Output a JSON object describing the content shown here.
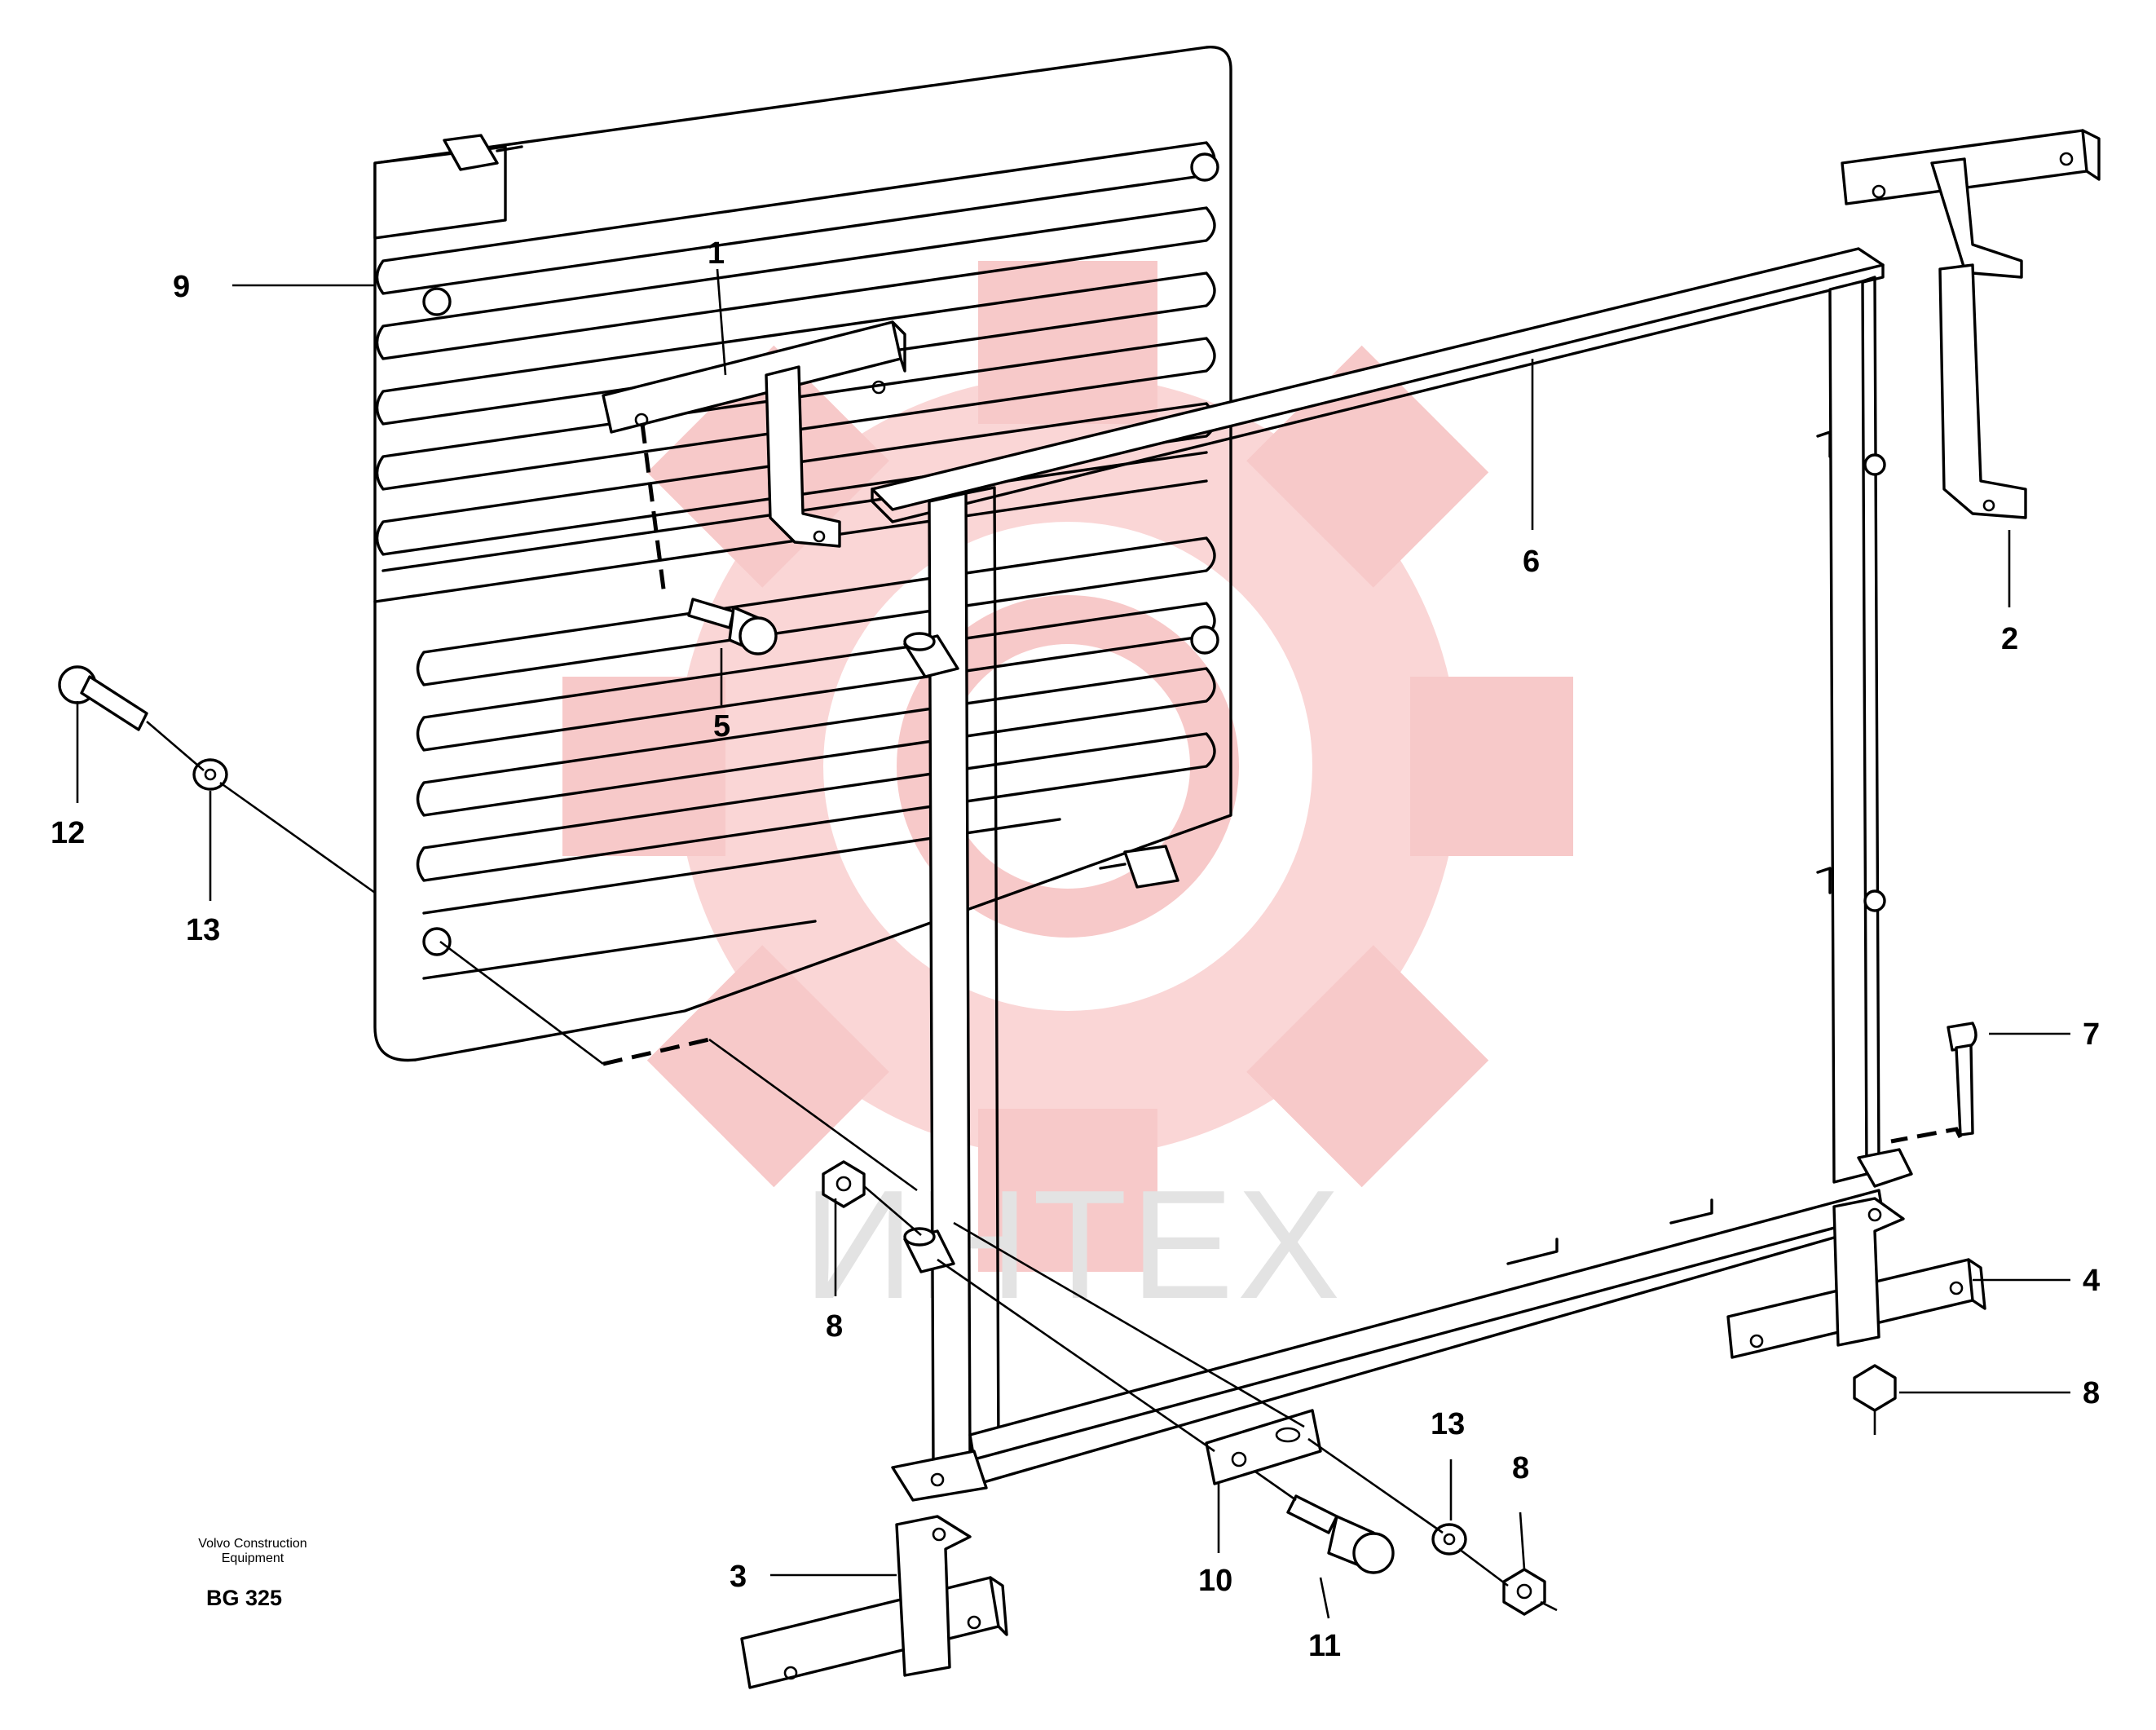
{
  "colors": {
    "line": "#000000",
    "watermark_gear": "#f7c9c9",
    "watermark_text": "#e3e3e3"
  },
  "watermark": {
    "text": "ИНТЕХ"
  },
  "caption": {
    "line1": "Volvo Construction",
    "line2": "Equipment",
    "code": "BG 325"
  },
  "callouts": [
    {
      "id": "1",
      "label": "1"
    },
    {
      "id": "2",
      "label": "2"
    },
    {
      "id": "3",
      "label": "3"
    },
    {
      "id": "4",
      "label": "4"
    },
    {
      "id": "5",
      "label": "5"
    },
    {
      "id": "6",
      "label": "6"
    },
    {
      "id": "7",
      "label": "7"
    },
    {
      "id": "8a",
      "label": "8"
    },
    {
      "id": "8b",
      "label": "8"
    },
    {
      "id": "8c",
      "label": "8"
    },
    {
      "id": "9",
      "label": "9"
    },
    {
      "id": "10",
      "label": "10"
    },
    {
      "id": "11",
      "label": "11"
    },
    {
      "id": "12",
      "label": "12"
    },
    {
      "id": "13a",
      "label": "13"
    },
    {
      "id": "13b",
      "label": "13"
    }
  ]
}
